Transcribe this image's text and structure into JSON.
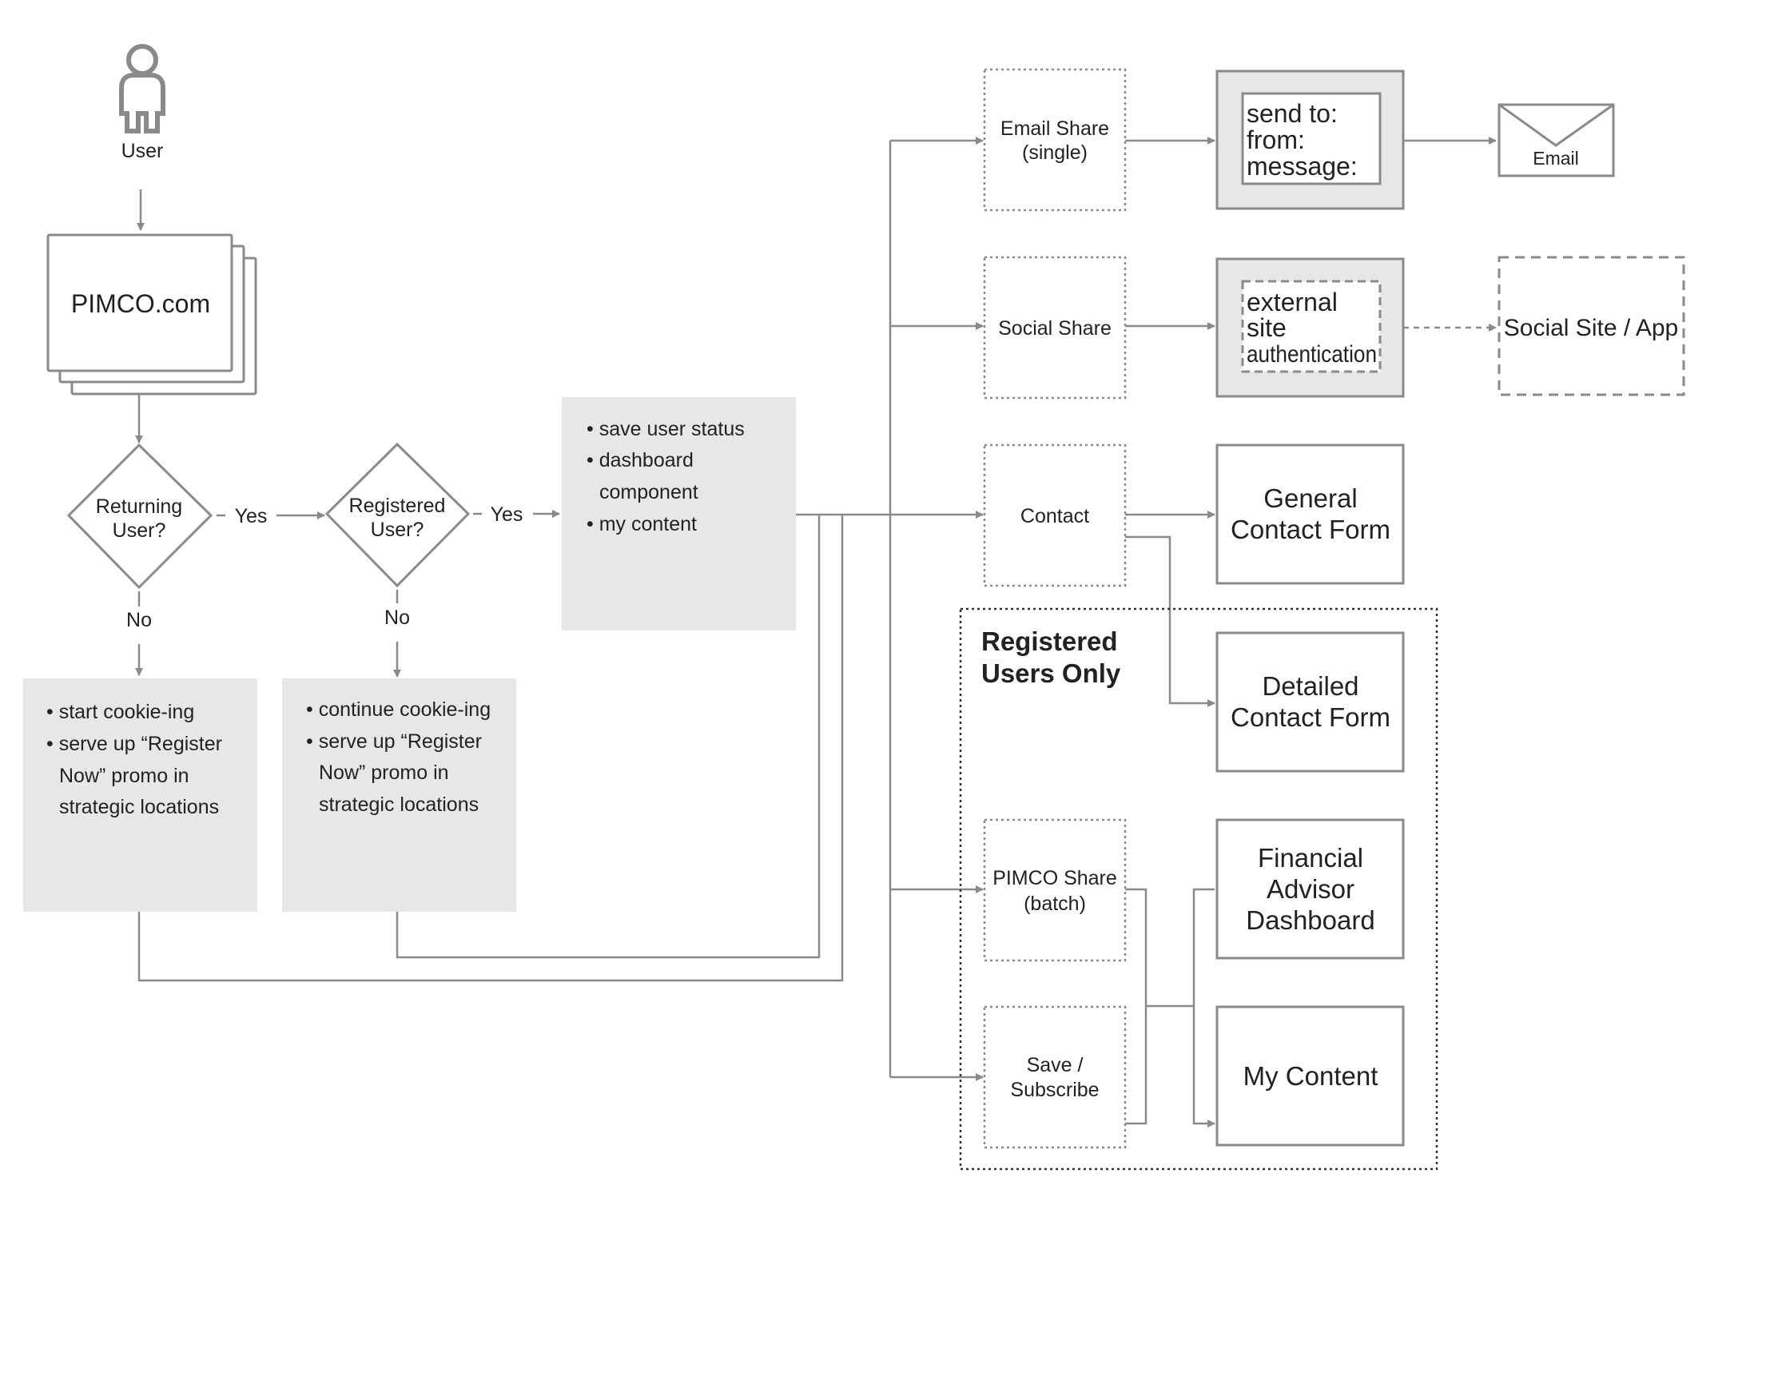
{
  "user": {
    "label": "User"
  },
  "site": {
    "label": "PIMCO.com"
  },
  "decisions": {
    "returning": {
      "line1": "Returning",
      "line2": "User?",
      "yes": "Yes",
      "no": "No"
    },
    "registered": {
      "line1": "Registered",
      "line2": "User?",
      "yes": "Yes",
      "no": "No"
    }
  },
  "notes": {
    "new_user": [
      "• start cookie-ing",
      "• serve up “Register",
      "Now” promo in",
      "strategic locations"
    ],
    "returning_unregistered": [
      "• continue cookie-ing",
      "• serve up “Register",
      "Now” promo in",
      "strategic locations"
    ],
    "registered": [
      "• save user status",
      "• dashboard",
      "component",
      "• my content"
    ]
  },
  "actions": {
    "email_share": {
      "line1": "Email Share",
      "line2": "(single)"
    },
    "social_share": {
      "label": "Social Share"
    },
    "contact": {
      "label": "Contact"
    },
    "pimco_share": {
      "line1": "PIMCO Share",
      "line2": "(batch)"
    },
    "save_subscribe": {
      "line1": "Save /",
      "line2": "Subscribe"
    }
  },
  "email_form": {
    "fields": [
      "send to:",
      "from:",
      "message:"
    ]
  },
  "auth_box": {
    "lines": [
      "external",
      "site",
      "authentication"
    ]
  },
  "email_icon": {
    "label": "Email",
    "icon": "envelope-icon"
  },
  "social_site": {
    "label": "Social Site / App"
  },
  "destinations": {
    "general_contact": [
      "General",
      "Contact Form"
    ],
    "detailed_contact": [
      "Detailed",
      "Contact Form"
    ],
    "advisor_dashboard": [
      "Financial",
      "Advisor",
      "Dashboard"
    ],
    "my_content": [
      "My Content"
    ]
  },
  "registered_group": {
    "line1": "Registered",
    "line2": "Users Only"
  }
}
